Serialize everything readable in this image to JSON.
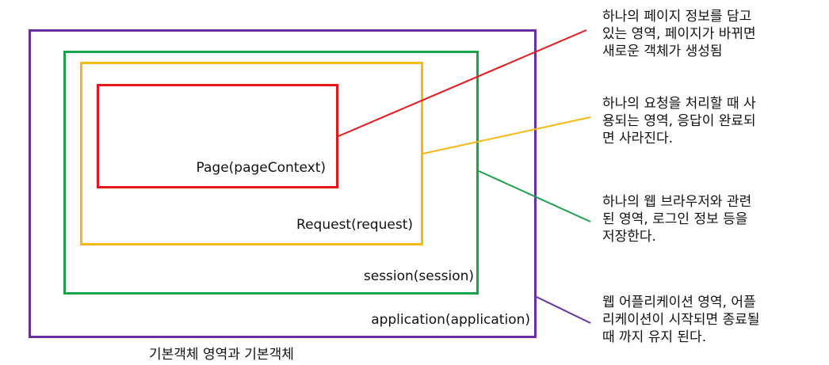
{
  "scopes": {
    "page_label": "Page(pageContext)",
    "request_label": "Request(request)",
    "session_label": "session(session)",
    "application_label": "application(application)"
  },
  "caption": "기본객체 영역과 기본객체",
  "notes": {
    "page": "하나의 페이지 정보를 담고\n있는 영역, 페이지가 바뀌면\n새로운 객체가 생성됨",
    "request": "하나의 요청을 처리할 때 사\n용되는 영역, 응답이 완료되\n면 사라진다.",
    "session": "하나의 웹 브라우저와 관련\n된 영역, 로그인 정보 등을\n저장한다.",
    "application": "웹 어플리케이션 영역, 어플\n리케이션이 시작되면 종료될\n때 까지 유지 된다."
  },
  "colors": {
    "application": "#6a2f9e",
    "session": "#1aa24b",
    "request": "#f5b815",
    "page": "#e8161b"
  }
}
